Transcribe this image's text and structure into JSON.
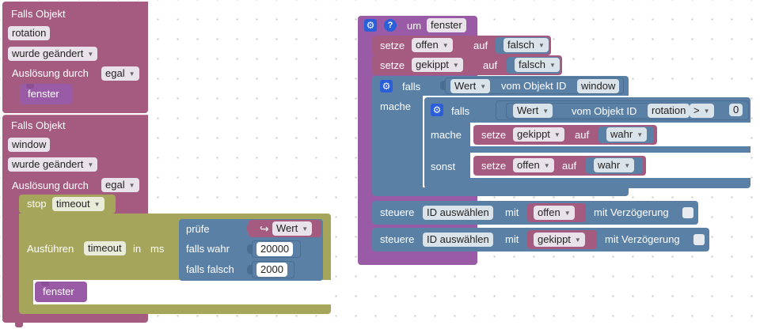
{
  "event1": {
    "header": "Falls Objekt",
    "object": "rotation",
    "condition": "wurde geändert",
    "trigger_label": "Auslösung durch",
    "trigger_value": "egal",
    "call": "fenster"
  },
  "event2": {
    "header": "Falls Objekt",
    "object": "window",
    "condition": "wurde geändert",
    "trigger_label": "Auslösung durch",
    "trigger_value": "egal",
    "stop_label": "stop",
    "stop_value": "timeout",
    "exec_label": "Ausführen",
    "exec_name": "timeout",
    "exec_in": "in",
    "exec_ms": "ms",
    "check_label": "prüfe",
    "check_value": "Wert",
    "true_label": "falls wahr",
    "true_value": "20000",
    "false_label": "falls falsch",
    "false_value": "2000",
    "call": "fenster"
  },
  "func": {
    "gear_glyph": "⚙",
    "help_glyph": "?",
    "um_label": "um",
    "name": "fenster",
    "set1_label": "setze",
    "set1_var": "offen",
    "set1_auf": "auf",
    "set1_value": "falsch",
    "set2_label": "setze",
    "set2_var": "gekippt",
    "set2_auf": "auf",
    "set2_value": "falsch",
    "if_label": "falls",
    "if_value": "Wert",
    "if_from": "vom Objekt ID",
    "if_object": "window",
    "do_label": "mache",
    "inner_if_label": "falls",
    "inner_value": "Wert",
    "inner_from": "vom Objekt ID",
    "inner_object": "rotation",
    "inner_op": ">",
    "inner_number": "0",
    "inner_do_label": "mache",
    "inner_set_label": "setze",
    "inner_set_var": "gekippt",
    "inner_set_auf": "auf",
    "inner_set_value": "wahr",
    "else_label": "sonst",
    "else_set_label": "setze",
    "else_set_var": "offen",
    "else_set_auf": "auf",
    "else_set_value": "wahr",
    "ctrl1_label": "steuere",
    "ctrl1_select": "ID auswählen",
    "ctrl1_mit": "mit",
    "ctrl1_var": "offen",
    "ctrl1_delay": "mit Verzögerung",
    "ctrl2_label": "steuere",
    "ctrl2_select": "ID auswählen",
    "ctrl2_mit": "mit",
    "ctrl2_var": "gekippt",
    "ctrl2_delay": "mit Verzögerung"
  },
  "colors": {
    "event": "#a55b80",
    "event_dark": "#8c4a6b",
    "procedure": "#995ba5",
    "variable": "#a55b80",
    "logic": "#5b80a5",
    "timeout": "#a5a55b",
    "iobroker": "#5b80a5"
  }
}
